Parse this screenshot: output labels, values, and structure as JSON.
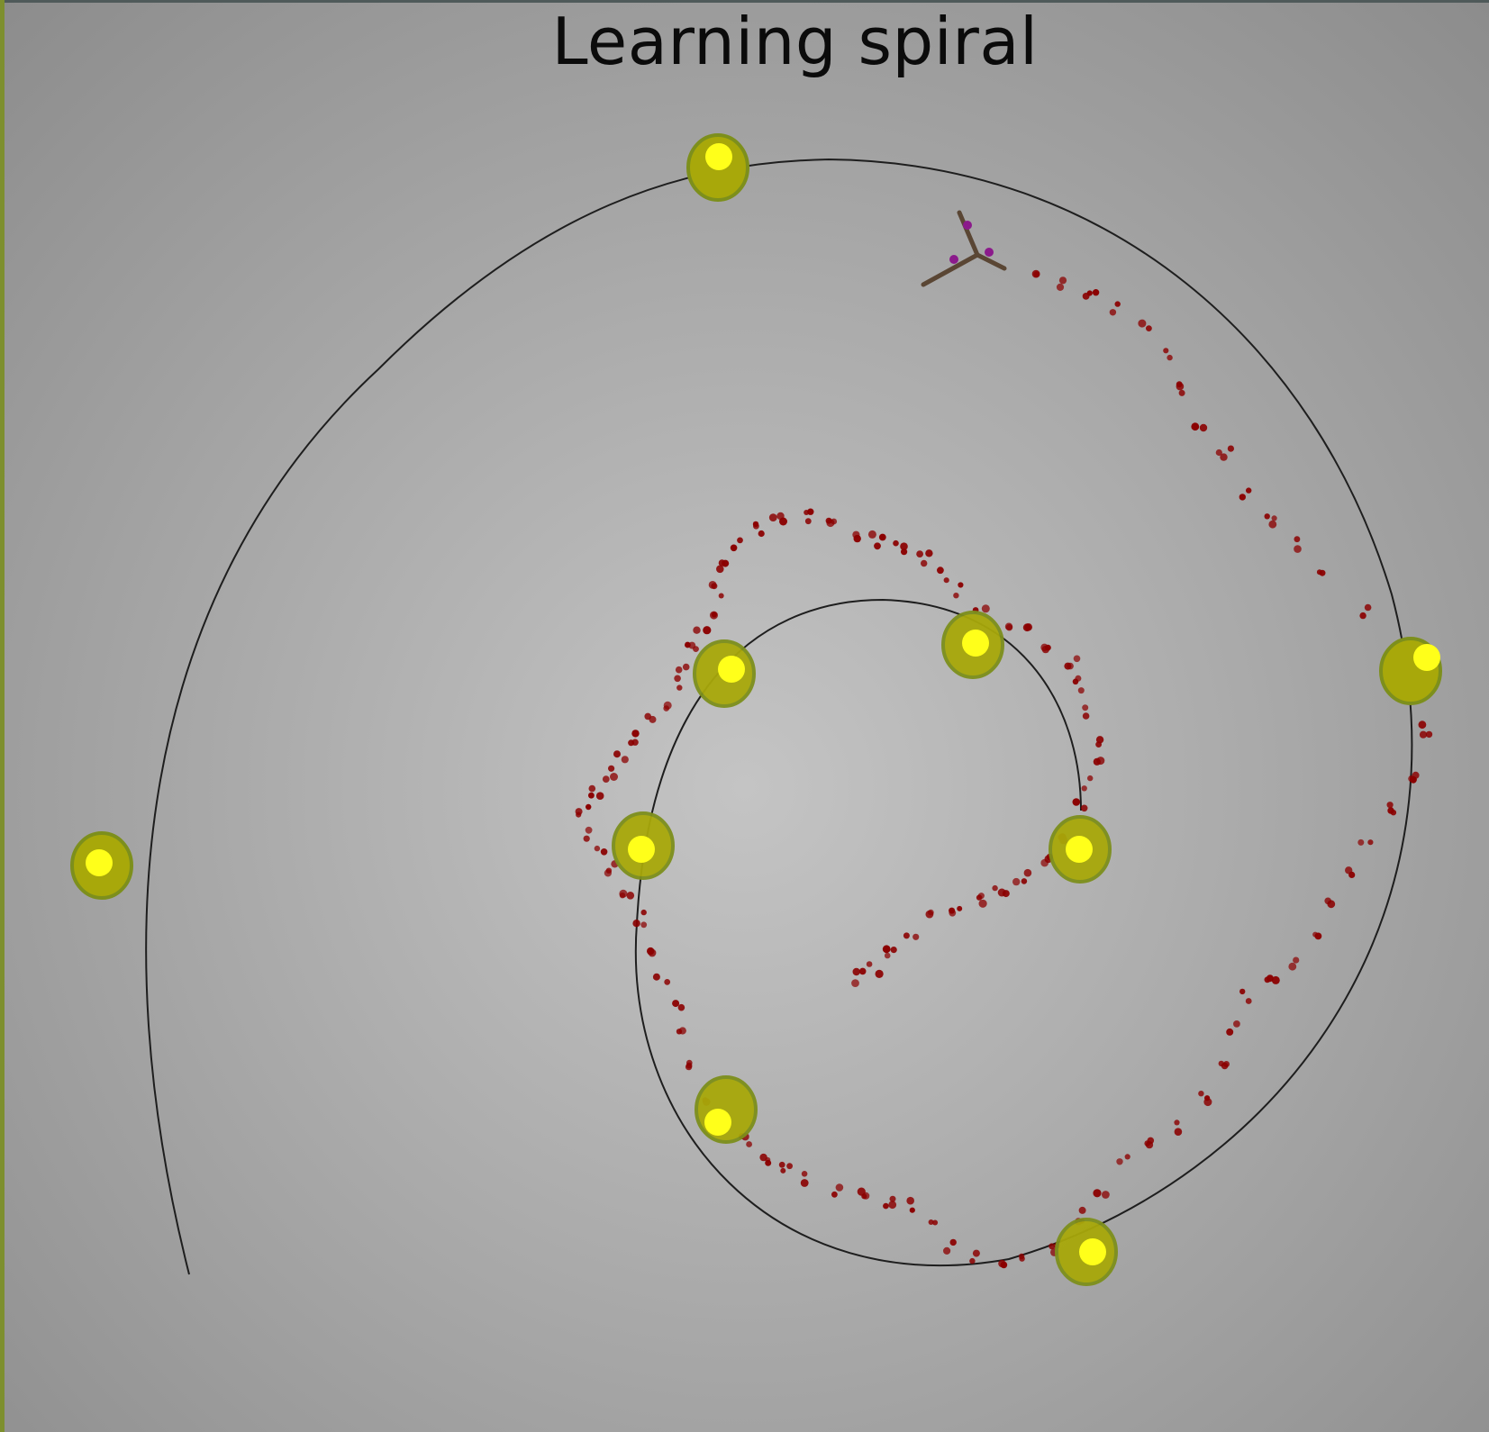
{
  "title": "Learning spiral",
  "colors": {
    "spiral_line": "#1e1e1e",
    "trail_dot": "#8b0000",
    "goal_fill": "#a8a80a",
    "goal_ring": "#7d8f1c",
    "goal_core": "#ffff1a",
    "agent_leg": "#5a4634",
    "agent_joint": "#8b1a8b"
  },
  "icons": {
    "goal": "yellow-goal-orb-icon",
    "agent": "tripod-walker-agent-icon"
  },
  "goals": [
    {
      "id": "goal-top",
      "state": "inactive"
    },
    {
      "id": "goal-left",
      "state": "inactive"
    },
    {
      "id": "goal-right",
      "state": "reached"
    },
    {
      "id": "goal-inner-upper-left",
      "state": "active"
    },
    {
      "id": "goal-inner-upper-right",
      "state": "active"
    },
    {
      "id": "goal-inner-left",
      "state": "active"
    },
    {
      "id": "goal-inner-right",
      "state": "active"
    },
    {
      "id": "goal-inner-lower-left",
      "state": "active"
    },
    {
      "id": "goal-inner-bottom",
      "state": "active"
    }
  ]
}
